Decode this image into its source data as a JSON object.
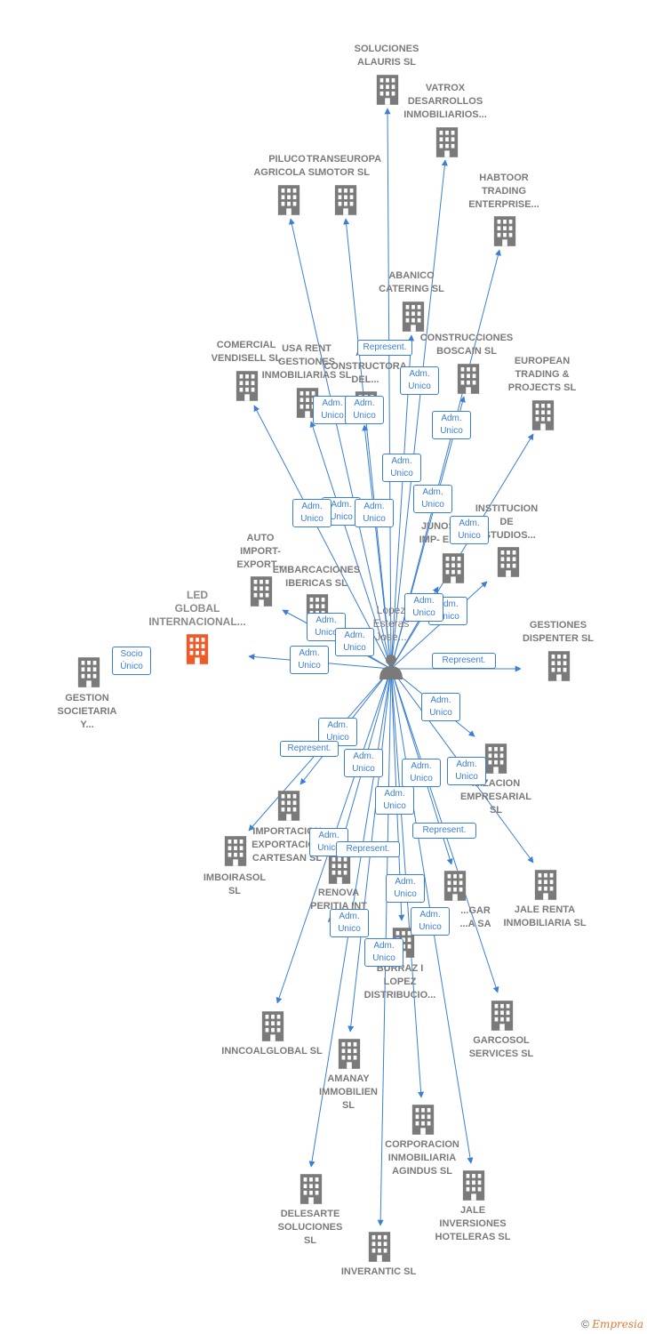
{
  "colors": {
    "edge": "#3a7fd5",
    "building": "#7a7a7a",
    "highlight": "#ee5a2a",
    "label": "#7a7a7a"
  },
  "icons": {
    "company": "building-icon",
    "person": "person-icon"
  },
  "center": {
    "name": "Lopez\nEsteras\nJose..."
  },
  "companies": [
    {
      "id": "c1",
      "name": "SOLUCIONES\nALAURIS  SL"
    },
    {
      "id": "c2",
      "name": "VATROX\nDESARROLLOS\nINMOBILIARIOS..."
    },
    {
      "id": "c3",
      "name": "PILUCO\nAGRICOLA  SL"
    },
    {
      "id": "c4",
      "name": "TRANSEUROPA\nMOTOR  SL"
    },
    {
      "id": "c5",
      "name": "HABTOOR\nTRADING\nENTERPRISE..."
    },
    {
      "id": "c6",
      "name": "ABANICO\nCATERING SL"
    },
    {
      "id": "c7",
      "name": "COMERCIAL\nVENDISELL SL"
    },
    {
      "id": "c8",
      "name": "USA RENT\nGESTIONES\nINMOBILIARIAS SL"
    },
    {
      "id": "c9",
      "name": "AT...\nCONSTRUCTORA\nDEL..."
    },
    {
      "id": "c10",
      "name": "CONSTRUCCIONES\nBOSCAIN  SL"
    },
    {
      "id": "c11",
      "name": "EUROPEAN\nTRADING &\nPROJECTS  SL"
    },
    {
      "id": "c12",
      "name": "INSTITUCION\nDE\nESTUDIOS..."
    },
    {
      "id": "c13",
      "name": "JUNOS\nIMP- E..."
    },
    {
      "id": "c14",
      "name": "AUTO\nIMPORT-\nEXPORT..."
    },
    {
      "id": "c15",
      "name": "EMBARCACIONES\nIBERICAS SL"
    },
    {
      "id": "c16",
      "name": "LED\nGLOBAL\nINTERNACIONAL..."
    },
    {
      "id": "c17",
      "name": "GESTION\nSOCIETARIA\nY..."
    },
    {
      "id": "c18",
      "name": "GESTIONES\nDISPENTER  SL"
    },
    {
      "id": "c19",
      "name": "...IZACION\nEMPRESARIAL\nSL"
    },
    {
      "id": "c20",
      "name": "IMPORTACION\nEXPORTACION\nCARTESAN  SL"
    },
    {
      "id": "c21",
      "name": "IMBOIRASOL\nSL"
    },
    {
      "id": "c22",
      "name": "RENOVA\nPERITIA INT\nAD..."
    },
    {
      "id": "c23",
      "name": "...GAR\n...A SA"
    },
    {
      "id": "c24",
      "name": "JALE RENTA\nINMOBILIARIA SL"
    },
    {
      "id": "c25",
      "name": "BURRAZ I\nLOPEZ\nDISTRIBUCIO..."
    },
    {
      "id": "c26",
      "name": "INNCOALGLOBAL SL"
    },
    {
      "id": "c27",
      "name": "GARCOSOL\nSERVICES  SL"
    },
    {
      "id": "c28",
      "name": "AMANAY\nIMMOBILIEN\nSL"
    },
    {
      "id": "c29",
      "name": "CORPORACION\nINMOBILIARIA\nAGINDUS  SL"
    },
    {
      "id": "c30",
      "name": "DELESARTE\nSOLUCIONES\nSL"
    },
    {
      "id": "c31",
      "name": "JALE\nINVERSIONES\nHOTELERAS SL"
    },
    {
      "id": "c32",
      "name": "INVERANTIC SL"
    }
  ],
  "edge_labels": [
    {
      "id": "e1",
      "text": "Represent."
    },
    {
      "id": "e2",
      "text": "Adm.\nUnico"
    },
    {
      "id": "e3",
      "text": "Adm.\nUnico"
    },
    {
      "id": "e4",
      "text": "Adm.\nUnico"
    },
    {
      "id": "e5",
      "text": "Adm.\nUnico"
    },
    {
      "id": "e6",
      "text": "Adm.\nUnico"
    },
    {
      "id": "e7",
      "text": "Adm.\nUnico"
    },
    {
      "id": "e8",
      "text": "Adm.\nUnico"
    },
    {
      "id": "e9",
      "text": "Adm.\nUnico"
    },
    {
      "id": "e10",
      "text": "Adm.\nUnico"
    },
    {
      "id": "e11",
      "text": "Adm.\nUnico"
    },
    {
      "id": "e12",
      "text": "Adm.\nUnico"
    },
    {
      "id": "e13",
      "text": "Adm.\nUnico"
    },
    {
      "id": "e14",
      "text": "Adm.\nUnico"
    },
    {
      "id": "e15",
      "text": "Adm.\nUnico"
    },
    {
      "id": "e16",
      "text": "Adm.\nUnico"
    },
    {
      "id": "e17",
      "text": "Socio\nÚnico"
    },
    {
      "id": "e18",
      "text": "Represent."
    },
    {
      "id": "e19",
      "text": "Adm.\nUnico"
    },
    {
      "id": "e20",
      "text": "Adm.\nUnico"
    },
    {
      "id": "e21",
      "text": "Represent."
    },
    {
      "id": "e22",
      "text": "Adm.\nUnico"
    },
    {
      "id": "e23",
      "text": "Adm.\nUnico"
    },
    {
      "id": "e24",
      "text": "Adm.\nUnico"
    },
    {
      "id": "e25",
      "text": "Adm.\nUnico"
    },
    {
      "id": "e26",
      "text": "Adm.\nUnico"
    },
    {
      "id": "e27",
      "text": "Represent."
    },
    {
      "id": "e28",
      "text": "Represent."
    },
    {
      "id": "e29",
      "text": "Adm.\nUnico"
    },
    {
      "id": "e30",
      "text": "Adm.\nUnico"
    },
    {
      "id": "e31",
      "text": "Adm.\nUnico"
    },
    {
      "id": "e32",
      "text": "Adm.\nUnico"
    }
  ],
  "footer": {
    "copyright": "©",
    "brand": "Empresia"
  }
}
